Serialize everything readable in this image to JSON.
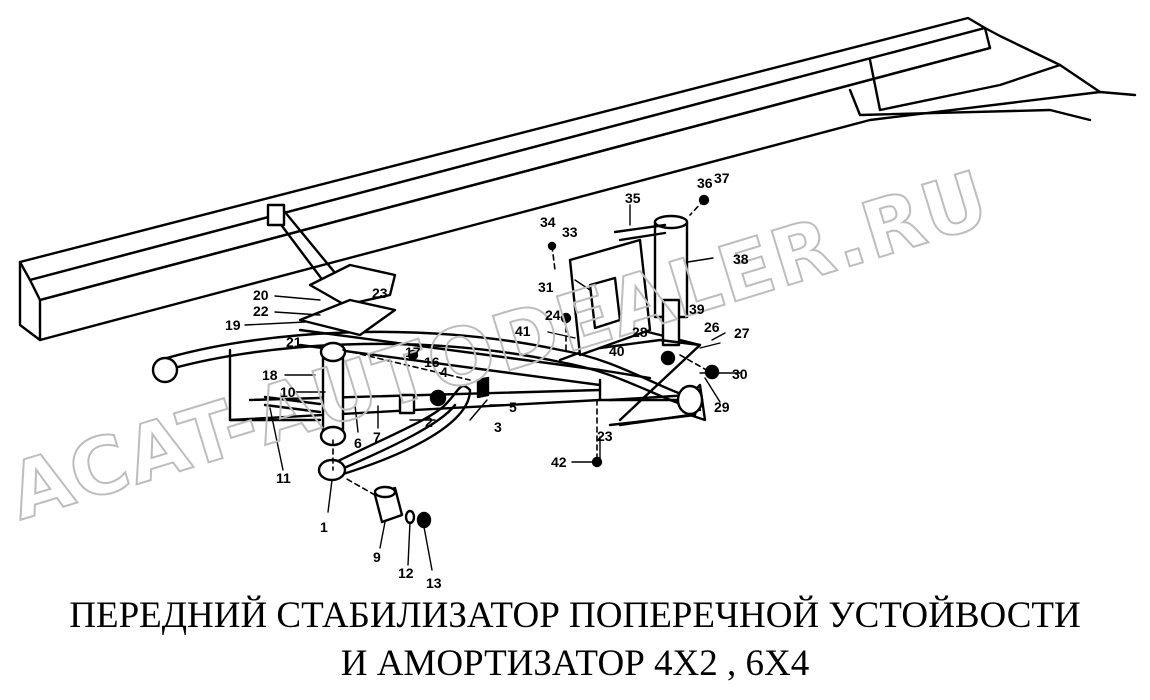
{
  "watermark": "ACAT-AUTODEALER.RU",
  "callouts": [
    "1",
    "2",
    "3",
    "4",
    "5",
    "6",
    "7",
    "9",
    "10",
    "11",
    "12",
    "13",
    "16",
    "17",
    "18",
    "19",
    "20",
    "21",
    "22",
    "23",
    "23",
    "24",
    "26",
    "27",
    "28",
    "29",
    "30",
    "31",
    "33",
    "34",
    "35",
    "36",
    "37",
    "38",
    "39",
    "40",
    "41",
    "42"
  ],
  "caption": {
    "line1": "ПЕРЕДНИЙ СТАБИЛИЗАТОР ПОПЕРЕЧНОЙ УСТОЙВОСТИ",
    "line2": "И  АМОРТИЗАТОР  4X2 , 6X4"
  }
}
